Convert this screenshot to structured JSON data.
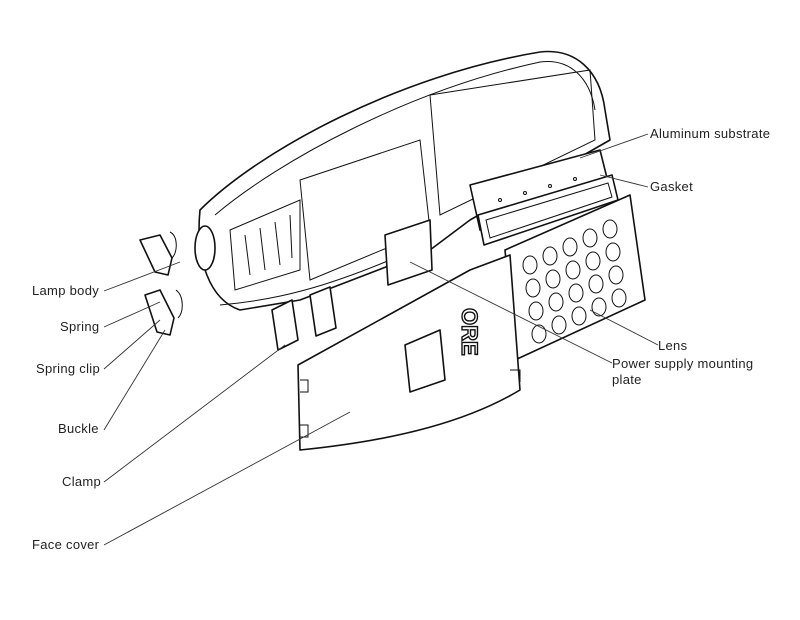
{
  "diagram": {
    "title": "LED street light exploded view",
    "brand_mark": "ORE",
    "labels": {
      "aluminum_substrate": "Aluminum substrate",
      "gasket": "Gasket",
      "lens": "Lens",
      "power_supply_line1": "Power supply mounting",
      "power_supply_line2": "plate",
      "lamp_body": "Lamp body",
      "spring": "Spring",
      "spring_clip": "Spring clip",
      "buckle": "Buckle",
      "clamp": "Clamp",
      "face_cover": "Face cover"
    }
  }
}
